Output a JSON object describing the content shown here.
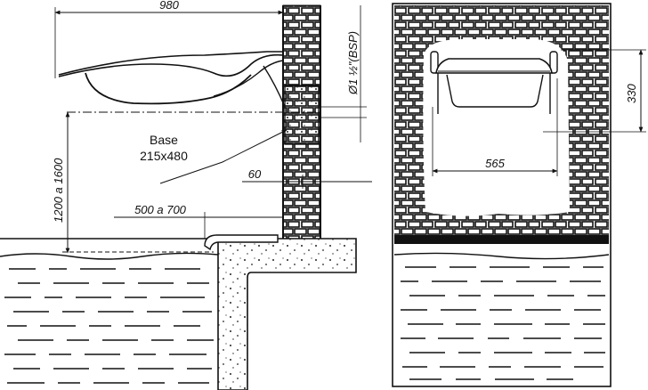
{
  "side_view": {
    "width_dim": "980",
    "pipe_dim": "Ø1 ½\"(BSP)",
    "base_label_line1": "Base",
    "base_label_line2": "215x480",
    "offset_dim": "60",
    "height_dim": "1200 a 1600",
    "distance_dim": "500 a 700"
  },
  "front_view": {
    "height_dim": "330",
    "width_dim": "565"
  }
}
